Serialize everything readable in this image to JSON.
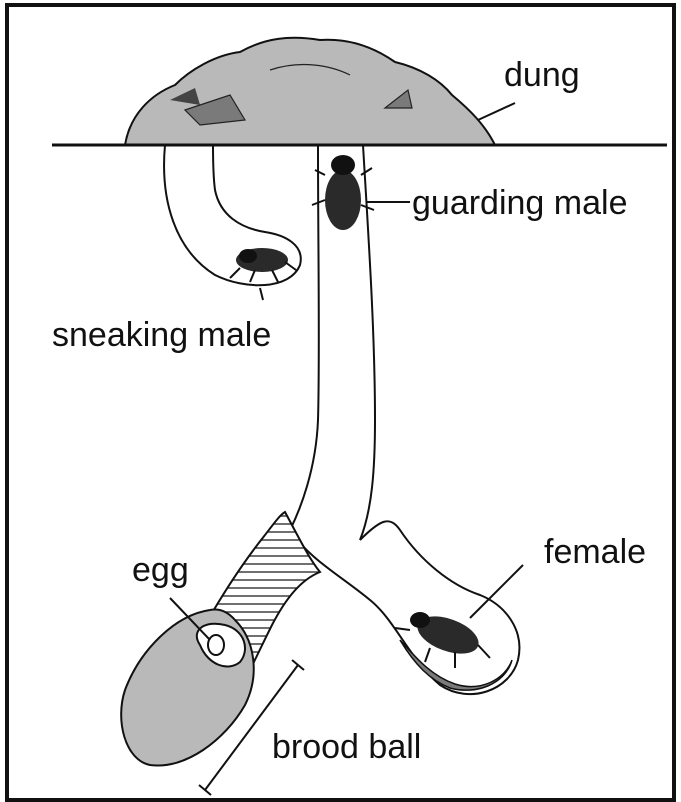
{
  "diagram": {
    "labels": {
      "dung": "dung",
      "guarding_male": "guarding male",
      "sneaking_male": "sneaking male",
      "egg": "egg",
      "female": "female",
      "brood_ball": "brood ball"
    },
    "colors": {
      "ink": "#111111",
      "fill_grey": "#b9b9b9",
      "dark_grey": "#7a7a7a",
      "background": "#ffffff"
    }
  }
}
